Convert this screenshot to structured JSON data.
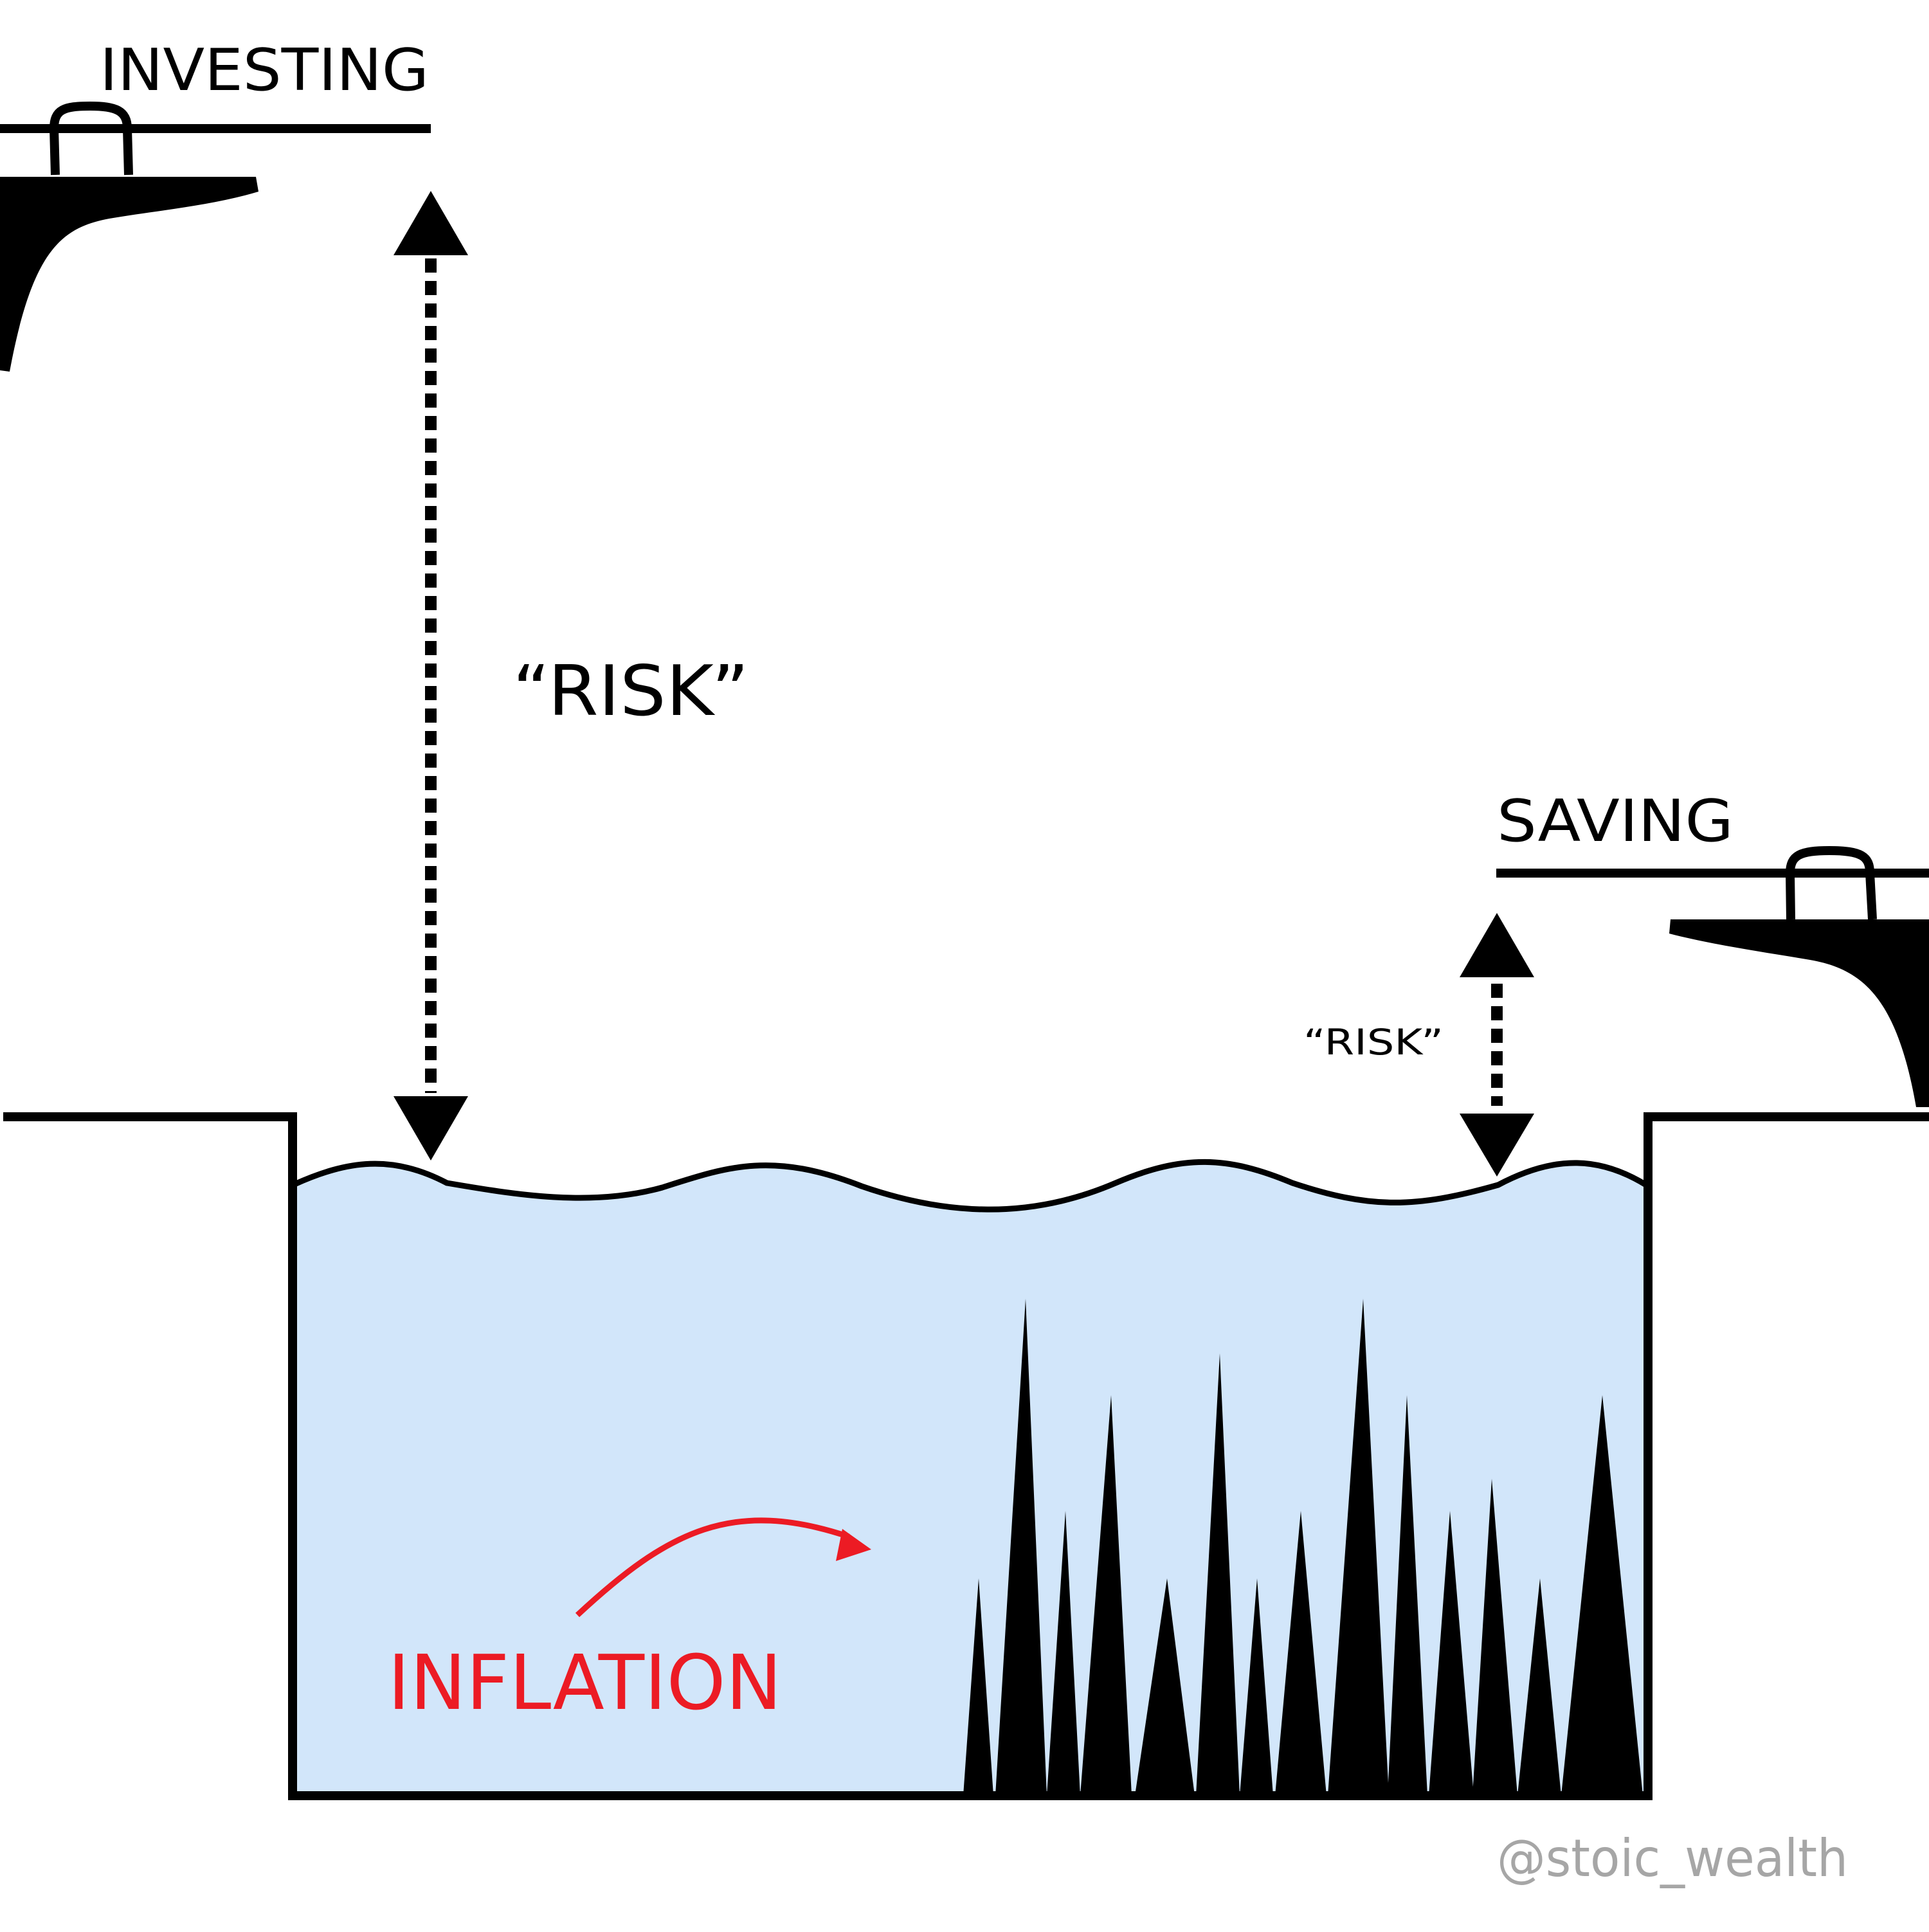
{
  "labels": {
    "investing": "INVESTING",
    "saving": "SAVING",
    "risk_large": "“RISK”",
    "risk_small": "“RISK”",
    "inflation": "INFLATION",
    "watermark": "@stoic_wealth"
  },
  "colors": {
    "water": "#d2e6fa",
    "ink": "#000000",
    "inflation": "#ec1b24",
    "watermark": "#a6a6a6"
  }
}
